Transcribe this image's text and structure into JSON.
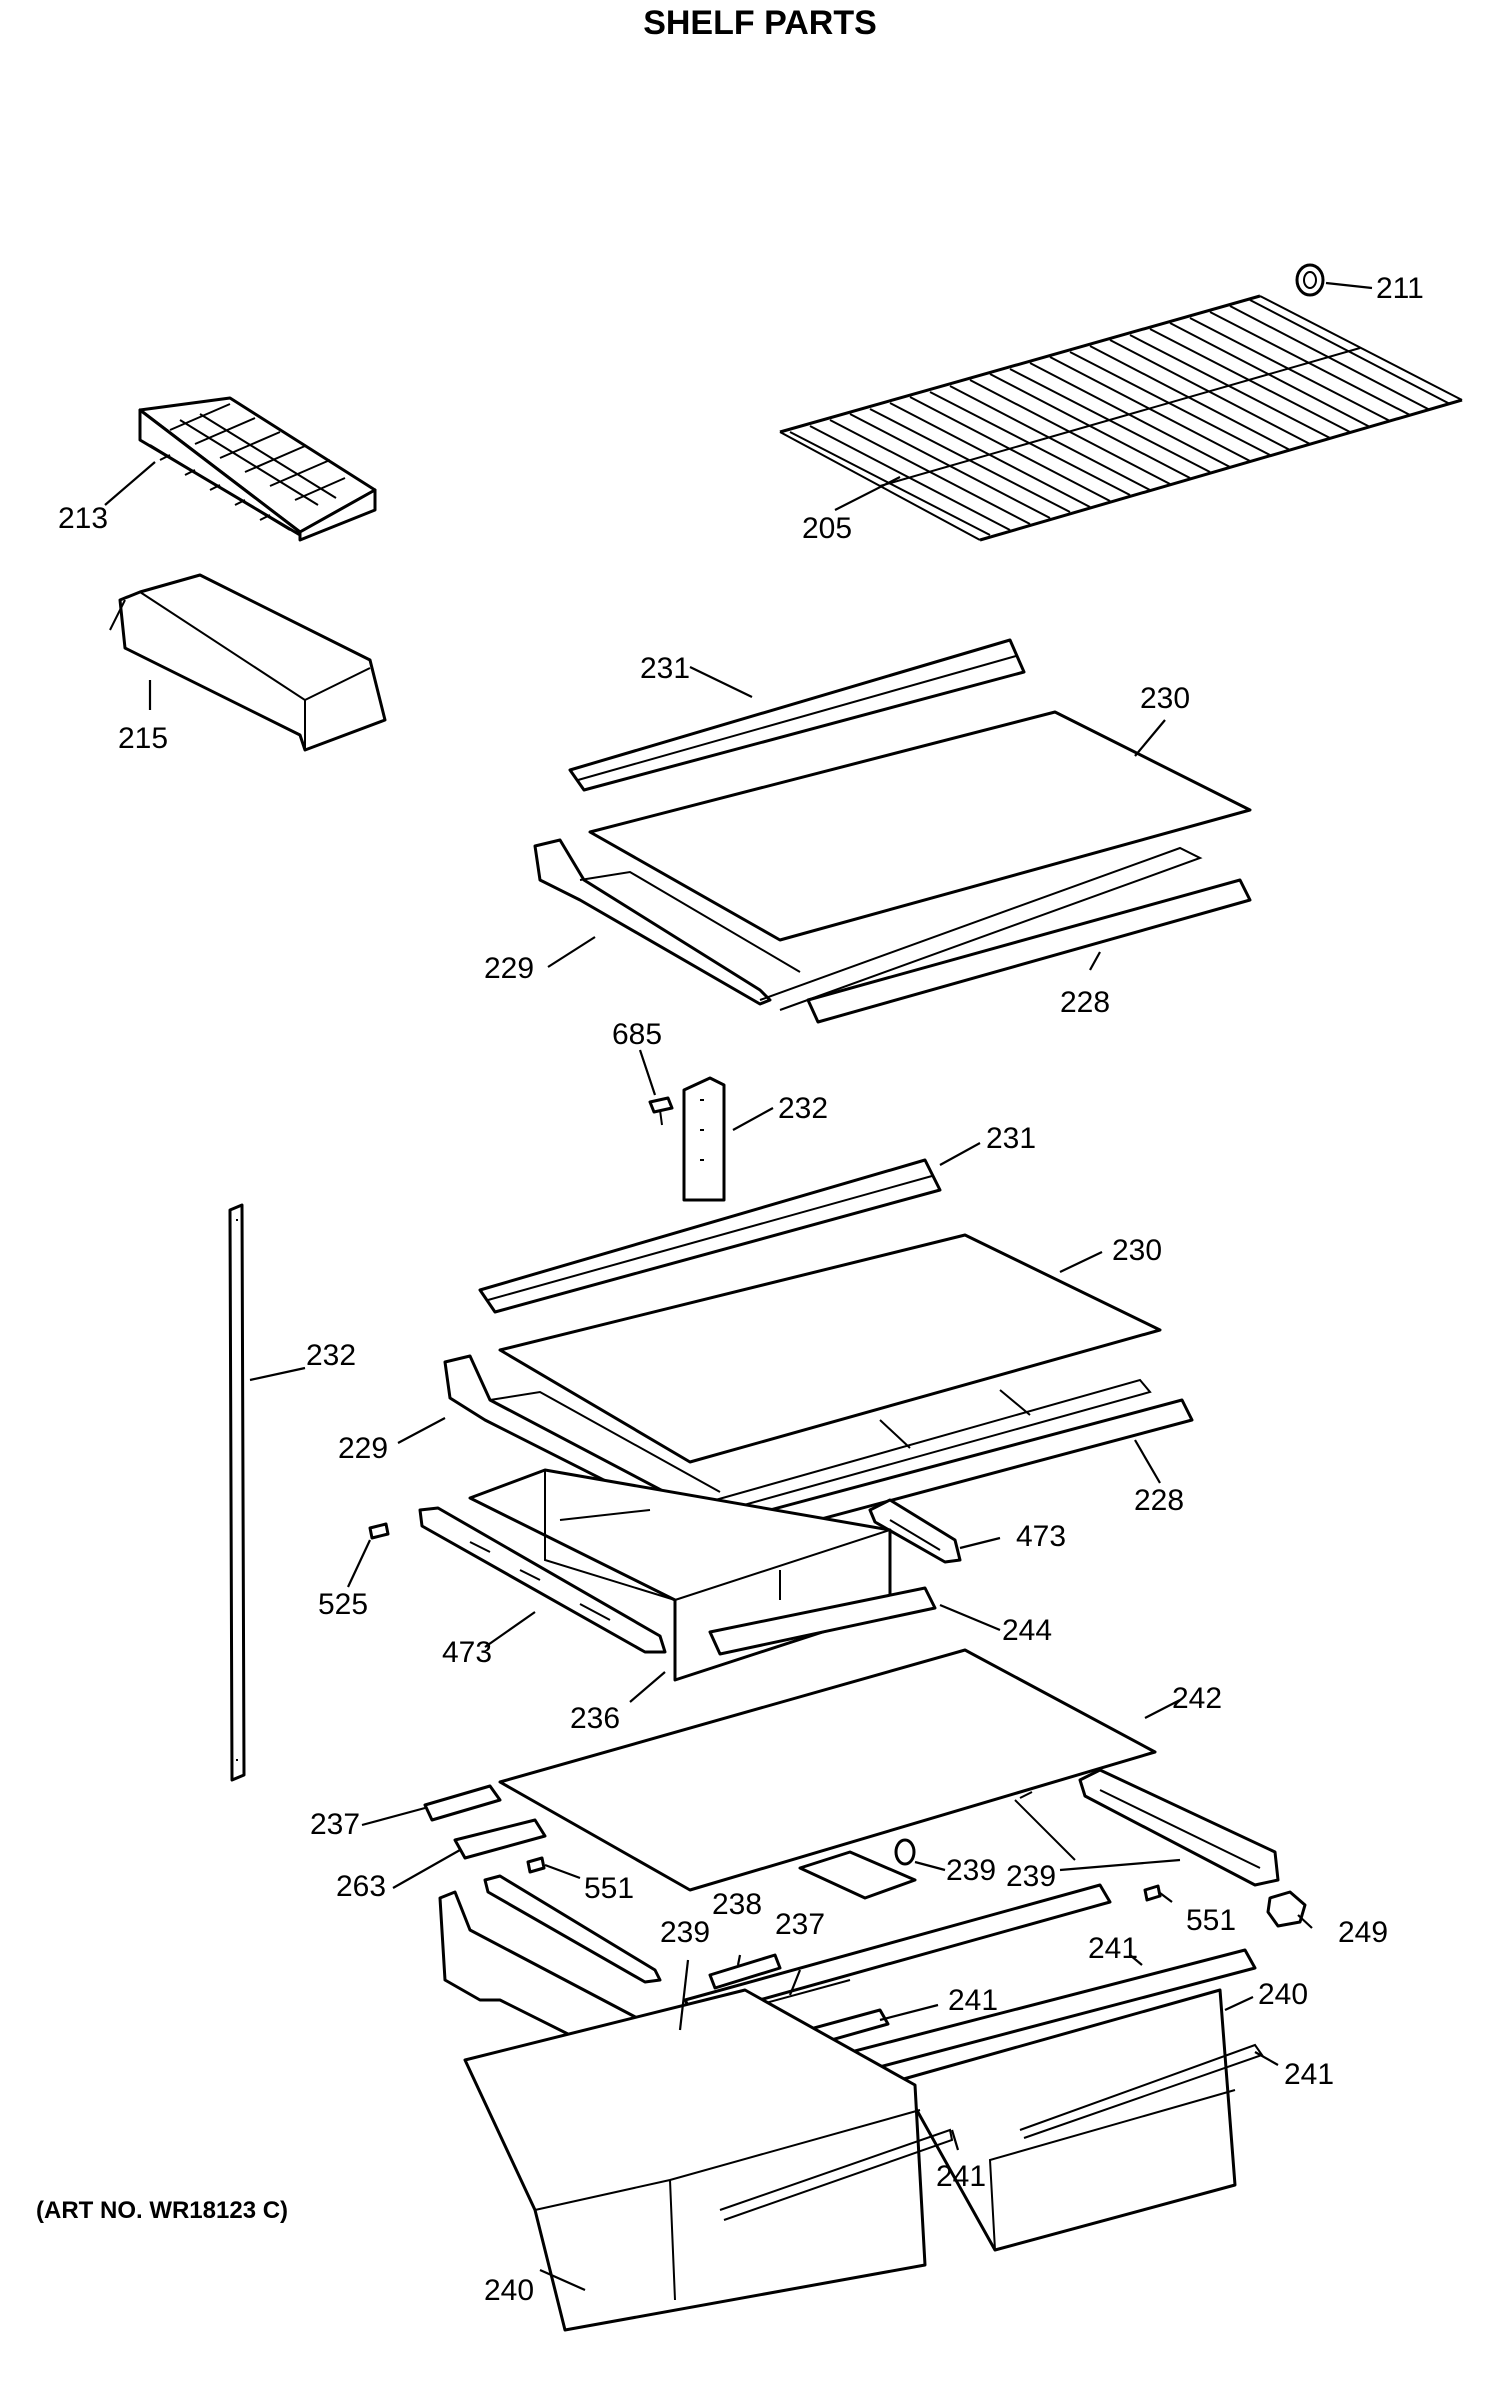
{
  "title": "SHELF PARTS",
  "art_number": "(ART NO. WR18123 C)",
  "callouts": [
    {
      "id": "c211",
      "label": "211"
    },
    {
      "id": "c213",
      "label": "213"
    },
    {
      "id": "c205",
      "label": "205"
    },
    {
      "id": "c215",
      "label": "215"
    },
    {
      "id": "c231a",
      "label": "231"
    },
    {
      "id": "c230a",
      "label": "230"
    },
    {
      "id": "c229a",
      "label": "229"
    },
    {
      "id": "c228a",
      "label": "228"
    },
    {
      "id": "c685",
      "label": "685"
    },
    {
      "id": "c232a",
      "label": "232"
    },
    {
      "id": "c231b",
      "label": "231"
    },
    {
      "id": "c230b",
      "label": "230"
    },
    {
      "id": "c232b",
      "label": "232"
    },
    {
      "id": "c229b",
      "label": "229"
    },
    {
      "id": "c228b",
      "label": "228"
    },
    {
      "id": "c473a",
      "label": "473"
    },
    {
      "id": "c525",
      "label": "525"
    },
    {
      "id": "c473b",
      "label": "473"
    },
    {
      "id": "c244",
      "label": "244"
    },
    {
      "id": "c236",
      "label": "236"
    },
    {
      "id": "c242",
      "label": "242"
    },
    {
      "id": "c237a",
      "label": "237"
    },
    {
      "id": "c263",
      "label": "263"
    },
    {
      "id": "c551a",
      "label": "551"
    },
    {
      "id": "c239a",
      "label": "239"
    },
    {
      "id": "c239b",
      "label": "239"
    },
    {
      "id": "c239c",
      "label": "239"
    },
    {
      "id": "c238",
      "label": "238"
    },
    {
      "id": "c237b",
      "label": "237"
    },
    {
      "id": "c551b",
      "label": "551"
    },
    {
      "id": "c249",
      "label": "249"
    },
    {
      "id": "c241a",
      "label": "241"
    },
    {
      "id": "c241b",
      "label": "241"
    },
    {
      "id": "c240a",
      "label": "240"
    },
    {
      "id": "c241c",
      "label": "241"
    },
    {
      "id": "c241d",
      "label": "241"
    },
    {
      "id": "c240b",
      "label": "240"
    }
  ]
}
